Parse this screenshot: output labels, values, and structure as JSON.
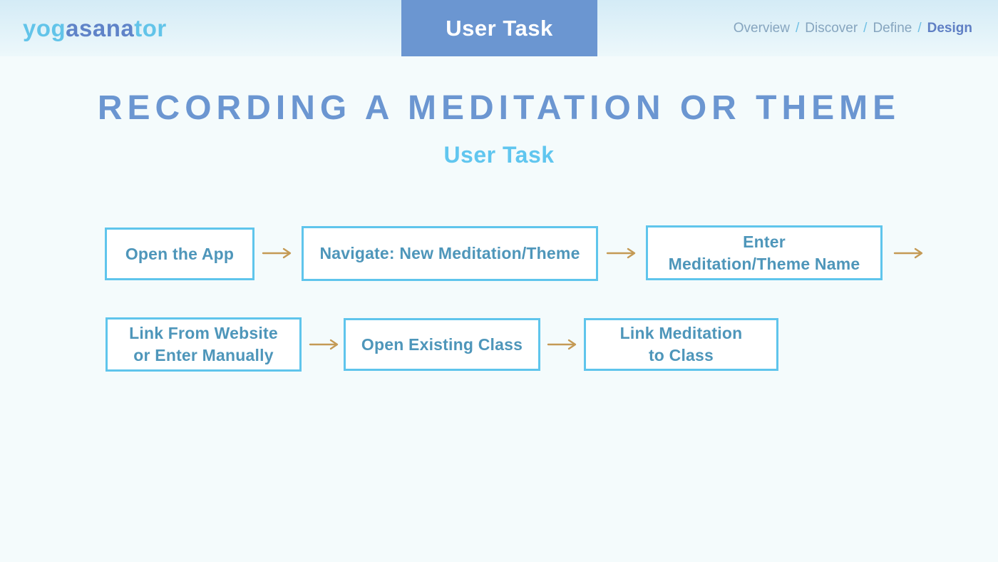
{
  "header": {
    "logo": {
      "part1": "yog",
      "part2": "asana",
      "part3": "tor"
    },
    "section_label": "User Task",
    "nav": {
      "separator": "/",
      "items": [
        {
          "label": "Overview",
          "active": false
        },
        {
          "label": "Discover",
          "active": false
        },
        {
          "label": "Define",
          "active": false
        },
        {
          "label": "Design",
          "active": true
        }
      ]
    }
  },
  "main": {
    "title": "RECORDING A MEDITATION OR THEME",
    "subtitle": "User Task"
  },
  "flowchart": {
    "connector": "arrow-right",
    "steps": [
      {
        "label": "Open the App"
      },
      {
        "label": "Navigate: New Meditation/Theme"
      },
      {
        "label": "Enter\nMeditation/Theme Name"
      },
      {
        "label": "Link From Website\nor Enter Manually"
      },
      {
        "label": "Open Existing Class"
      },
      {
        "label": "Link Meditation\nto Class"
      }
    ]
  },
  "colors": {
    "brand_cyan": "#62c4e9",
    "brand_blue": "#5f83c8",
    "header_tab_bg": "#6b96d1",
    "title_blue": "#6b96d1",
    "subtitle_cyan": "#60c6ef",
    "box_border": "#5fc5ec",
    "box_text": "#4e96ba",
    "arrow_gold": "#c49a55",
    "header_gradient_top": "#d4ebf6",
    "page_background": "#f4fbfc"
  }
}
